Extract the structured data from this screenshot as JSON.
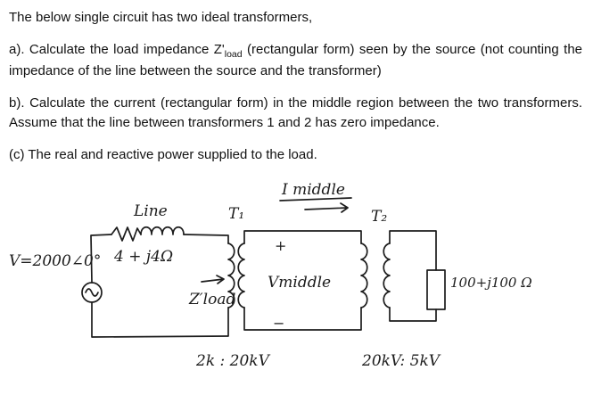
{
  "problem": {
    "intro": "The below single circuit has two ideal transformers,",
    "part_a_pre": "a). Calculate the load impedance Z'",
    "part_a_sub": "load",
    "part_a_post": " (rectangular form) seen by the source (not counting the impedance of the line between the source and the transformer)",
    "part_b": "b). Calculate the current (rectangular form) in the middle region between the two transformers. Assume that the line between transformers 1 and 2 has zero impedance.",
    "part_c": "(c) The real and reactive power supplied to the load."
  },
  "circuit": {
    "source_label": "V=2000∠0°",
    "line_label": "Line",
    "line_impedance": "4 + j4Ω",
    "t1_label": "T₁",
    "t2_label": "T₂",
    "i_middle_label": "I middle",
    "v_middle_plus": "+",
    "v_middle_label": "Vmiddle",
    "v_middle_minus": "−",
    "z_load_label": "Z′load",
    "load_impedance": "100+j100 Ω",
    "t1_ratio": "2k : 20kV",
    "t2_ratio": "20kV: 5kV",
    "ink_color": "#1c1c1c"
  }
}
